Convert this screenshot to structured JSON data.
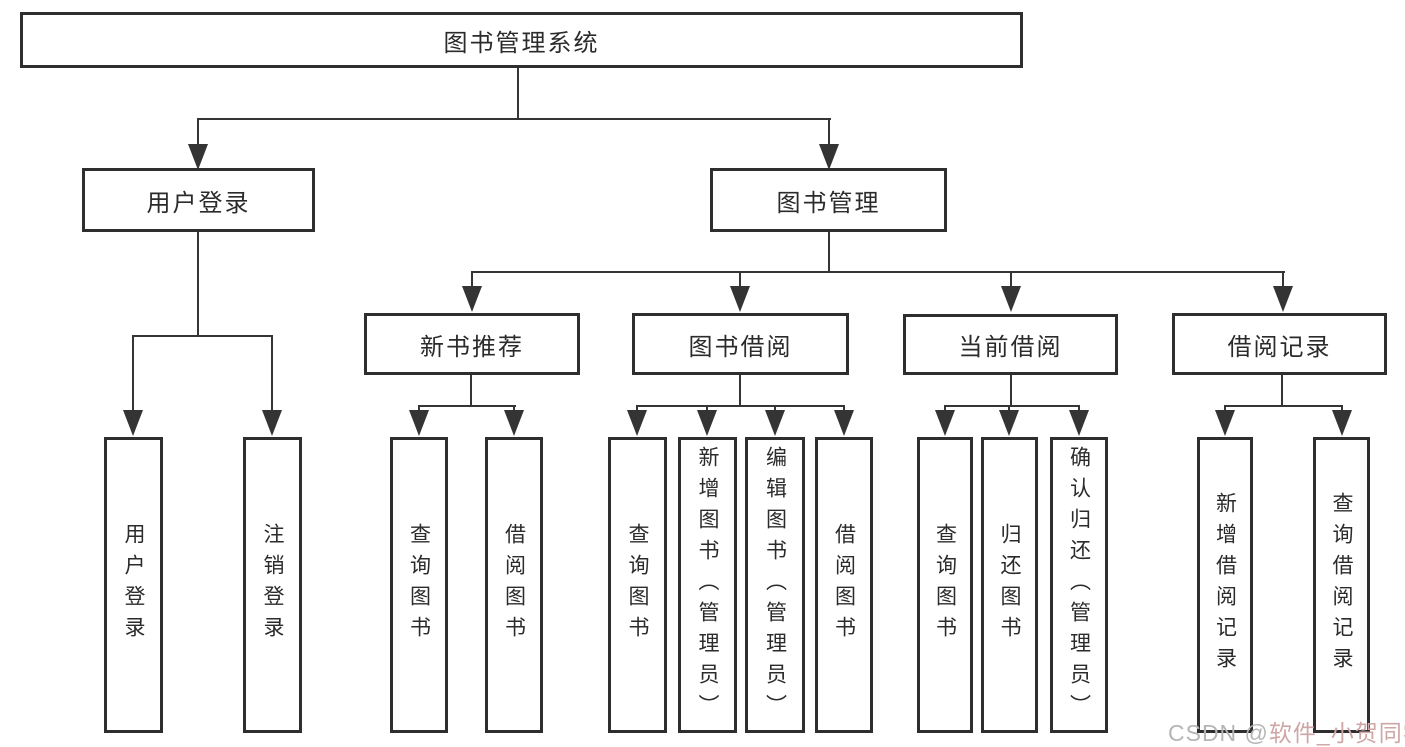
{
  "diagram": {
    "nodes": {
      "root": "图书管理系统",
      "user_login": "用户登录",
      "book_management": "图书管理",
      "new_book_recommend": "新书推荐",
      "book_borrow": "图书借阅",
      "current_borrow": "当前借阅",
      "borrow_records": "借阅记录",
      "leaf_user_login": "用户登录",
      "leaf_logout_login": "注销登录",
      "rec_query_book": "查询图书",
      "rec_borrow_book": "借阅图书",
      "bb_query_book": "查询图书",
      "bb_add_book": "新增图书（管理员）",
      "bb_edit_book": "编辑图书（管理员）",
      "bb_borrow_book": "借阅图书",
      "cb_query_book": "查询图书",
      "cb_return_book": "归还图书",
      "cb_confirm_return": "确认归还（管理员）",
      "br_add_record": "新增借阅记录",
      "br_query_record": "查询借阅记录"
    },
    "colors": {
      "line": "#353535",
      "border": "#2e2e2e",
      "text": "#2b2b2b",
      "background": "#ffffff"
    }
  },
  "watermark": {
    "prefix": "CSDN @",
    "username": "软件_小贺同学",
    "gray": "#b5b5b5",
    "pink": "#cfa6a6"
  }
}
